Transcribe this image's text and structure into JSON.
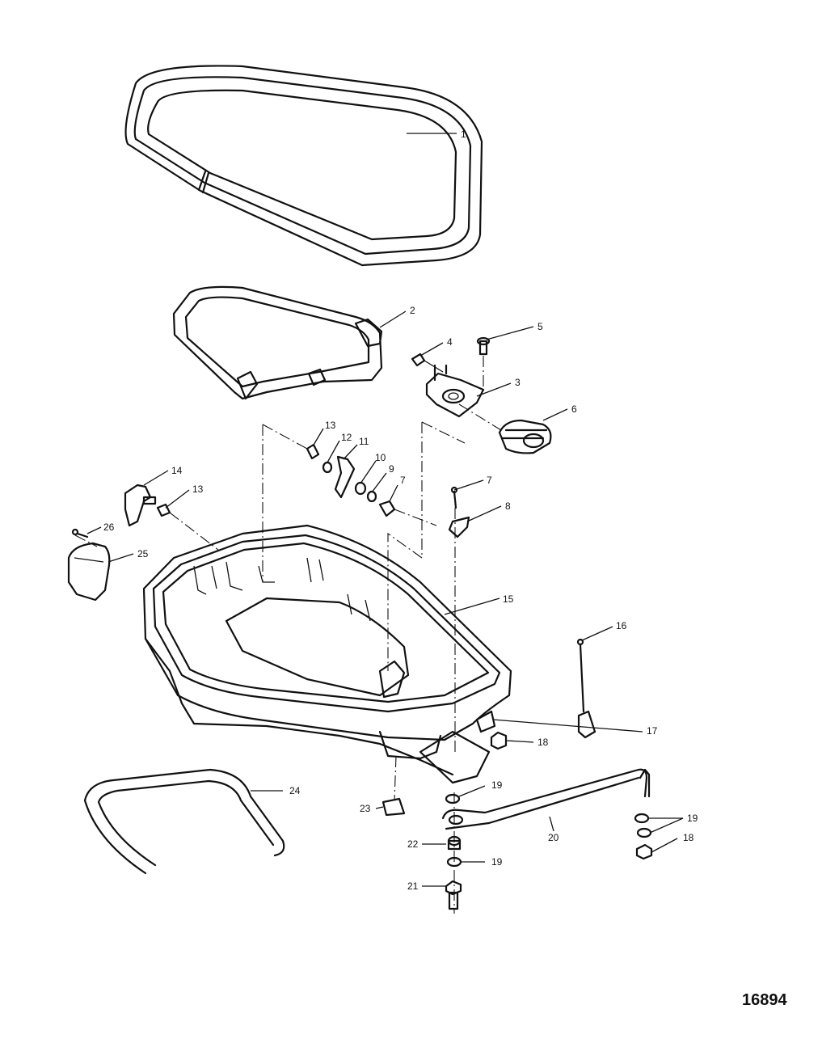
{
  "figure_number": "16894",
  "callouts": [
    {
      "id": "c1",
      "label": "1"
    },
    {
      "id": "c2",
      "label": "2"
    },
    {
      "id": "c3",
      "label": "3"
    },
    {
      "id": "c4",
      "label": "4"
    },
    {
      "id": "c5",
      "label": "5"
    },
    {
      "id": "c6",
      "label": "6"
    },
    {
      "id": "c7a",
      "label": "7"
    },
    {
      "id": "c7b",
      "label": "7"
    },
    {
      "id": "c8",
      "label": "8"
    },
    {
      "id": "c9",
      "label": "9"
    },
    {
      "id": "c10",
      "label": "10"
    },
    {
      "id": "c11",
      "label": "11"
    },
    {
      "id": "c12",
      "label": "12"
    },
    {
      "id": "c13a",
      "label": "13"
    },
    {
      "id": "c13b",
      "label": "13"
    },
    {
      "id": "c14",
      "label": "14"
    },
    {
      "id": "c15",
      "label": "15"
    },
    {
      "id": "c16",
      "label": "16"
    },
    {
      "id": "c17",
      "label": "17"
    },
    {
      "id": "c18a",
      "label": "18"
    },
    {
      "id": "c18b",
      "label": "18"
    },
    {
      "id": "c19a",
      "label": "19"
    },
    {
      "id": "c19b",
      "label": "19"
    },
    {
      "id": "c19c",
      "label": "19"
    },
    {
      "id": "c20",
      "label": "20"
    },
    {
      "id": "c21",
      "label": "21"
    },
    {
      "id": "c22",
      "label": "22"
    },
    {
      "id": "c23",
      "label": "23"
    },
    {
      "id": "c24",
      "label": "24"
    },
    {
      "id": "c25",
      "label": "25"
    },
    {
      "id": "c26",
      "label": "26"
    }
  ]
}
